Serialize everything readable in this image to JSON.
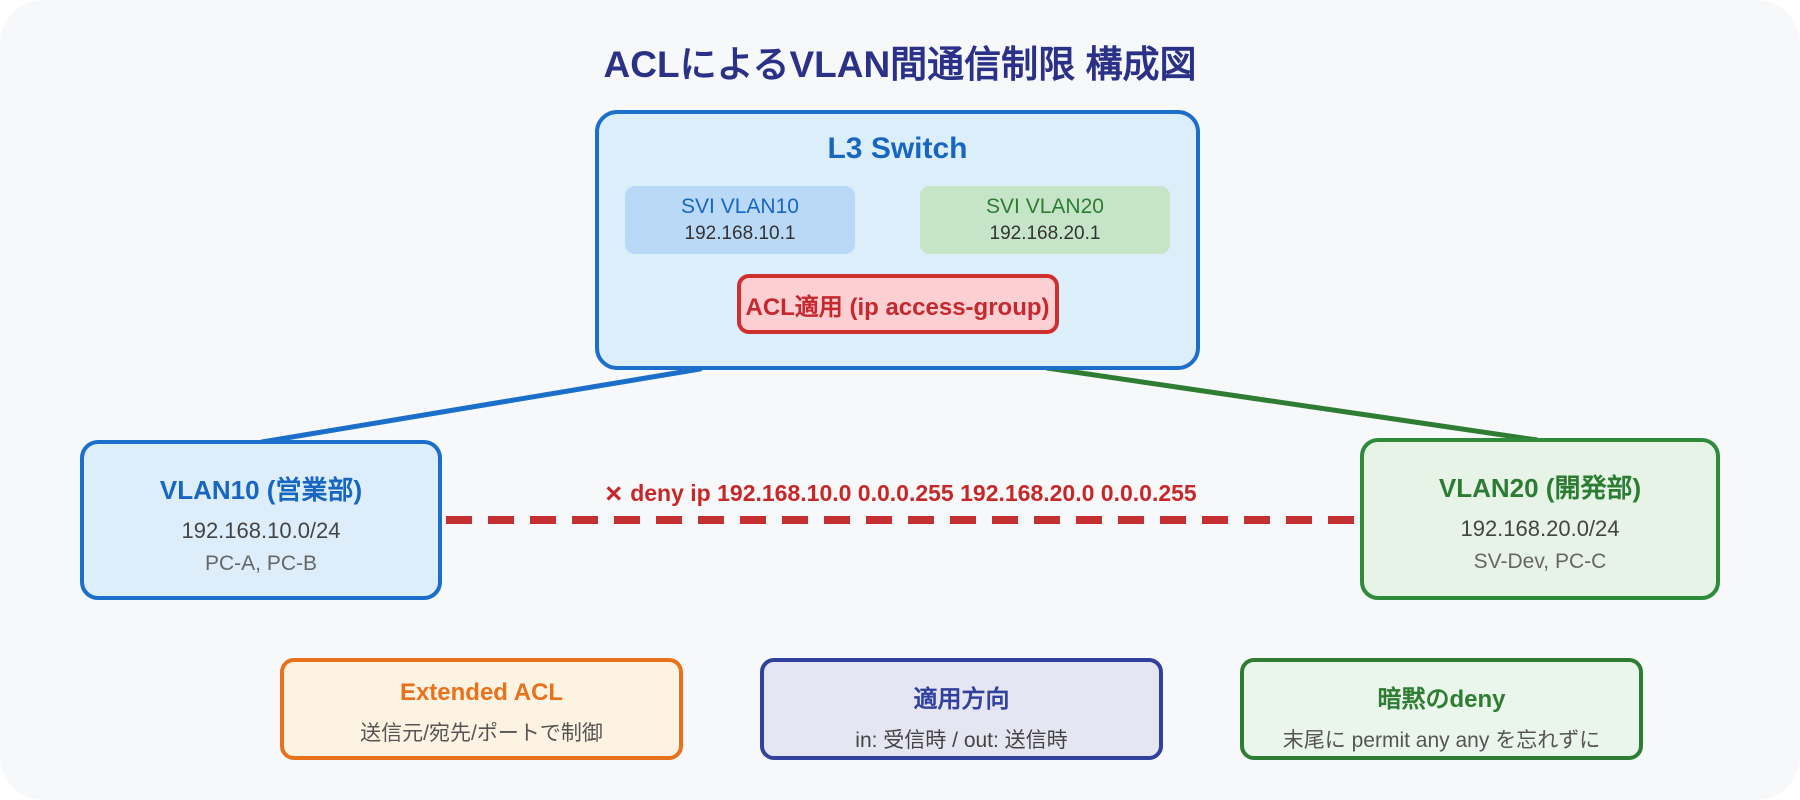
{
  "title": "ACLによるVLAN間通信制限 構成図",
  "l3_switch": {
    "title": "L3 Switch",
    "svi_vlan10": {
      "label": "SVI VLAN10",
      "ip": "192.168.10.1"
    },
    "svi_vlan20": {
      "label": "SVI VLAN20",
      "ip": "192.168.20.1"
    },
    "acl_badge": "ACL適用 (ip access-group)"
  },
  "vlan10": {
    "title": "VLAN10 (営業部)",
    "subnet": "192.168.10.0/24",
    "hosts": "PC-A, PC-B"
  },
  "vlan20": {
    "title": "VLAN20 (開発部)",
    "subnet": "192.168.20.0/24",
    "hosts": "SV-Dev, PC-C"
  },
  "deny_rule": {
    "icon": "×",
    "text": "deny ip 192.168.10.0 0.0.0.255 192.168.20.0 0.0.0.255"
  },
  "notes": [
    {
      "title": "Extended ACL",
      "body": "送信元/宛先/ポートで制御"
    },
    {
      "title": "適用方向",
      "body": "in: 受信時 / out: 送信時"
    },
    {
      "title": "暗黙のdeny",
      "body": "末尾に permit any any を忘れずに"
    }
  ],
  "colors": {
    "background": "#f6f8fa",
    "title_navy": "#2b3186",
    "accent_blue": "#1766c2",
    "accent_green": "#2c7d33",
    "accent_red": "#c62828",
    "accent_orange": "#e8721c",
    "accent_indigo": "#32409e"
  }
}
